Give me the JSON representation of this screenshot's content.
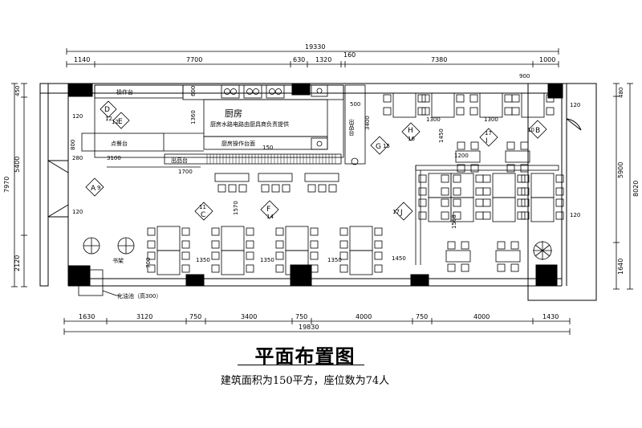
{
  "title": "平面布置图",
  "subtitle": "建筑面积为150平方，座位数为74人",
  "dims": {
    "top_total": "19330",
    "top": [
      "1140",
      "7700",
      "630",
      "1320",
      "160",
      "7380",
      "1000"
    ],
    "top_small": "900",
    "bottom": [
      "1630",
      "3120",
      "750",
      "3400",
      "750",
      "4000",
      "750",
      "4000",
      "1430"
    ],
    "bottom_total": "19830",
    "left_total": "7970",
    "left": [
      "450",
      "5400",
      "2120"
    ],
    "right_total": "8020",
    "right": [
      "480",
      "5900",
      "1640"
    ]
  },
  "rooms": {
    "kitchen": "厨房",
    "kitchen_note": "厨房水路电路由厨具商负责提供",
    "counter": "操作台",
    "dish_counter": "点餐台",
    "kitchen_counter": "厨房操作台面",
    "pickup": "出品台",
    "pickup_v": "出品台",
    "bookshelf": "书架",
    "septic": "化油池（高300）"
  },
  "tags": [
    {
      "letter": "D",
      "num": "12"
    },
    {
      "letter": "E",
      "num": "12"
    },
    {
      "letter": "A",
      "num": "9"
    },
    {
      "letter": "H",
      "num": "16"
    },
    {
      "letter": "G",
      "num": "15"
    },
    {
      "letter": "I",
      "num": "17"
    },
    {
      "letter": "B",
      "num": "10"
    },
    {
      "letter": "C",
      "num": "11"
    },
    {
      "letter": "F",
      "num": "14"
    },
    {
      "letter": "J",
      "num": "17"
    }
  ],
  "inner_dims": {
    "d120": "120",
    "d280": "280",
    "d3100": "3100",
    "d1700": "1700",
    "d800": "800",
    "d600": "600",
    "d1360": "1360",
    "d150": "150",
    "d500": "500",
    "d3400": "3400",
    "d1200": "1200",
    "d1300": "1300",
    "d1450": "1450",
    "d1570": "1570",
    "d1350": "1350",
    "d700": "700",
    "d1568": "1568"
  }
}
